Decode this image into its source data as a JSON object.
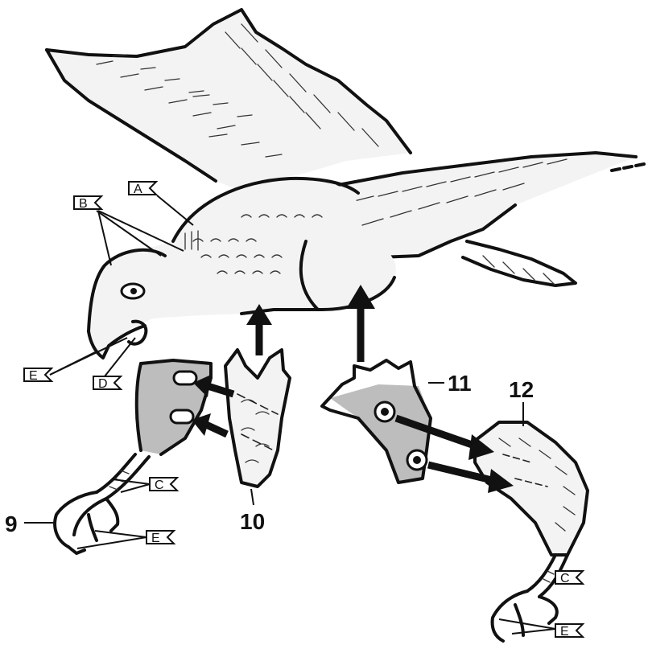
{
  "part_numbers": {
    "p9": "9",
    "p10": "10",
    "p11": "11",
    "p12": "12"
  },
  "callouts": {
    "A": "A",
    "B": "B",
    "C": "C",
    "D": "D",
    "E": "E"
  },
  "colors": {
    "ink": "#111111",
    "shading": "#bdbdbd",
    "paper": "#ffffff"
  }
}
